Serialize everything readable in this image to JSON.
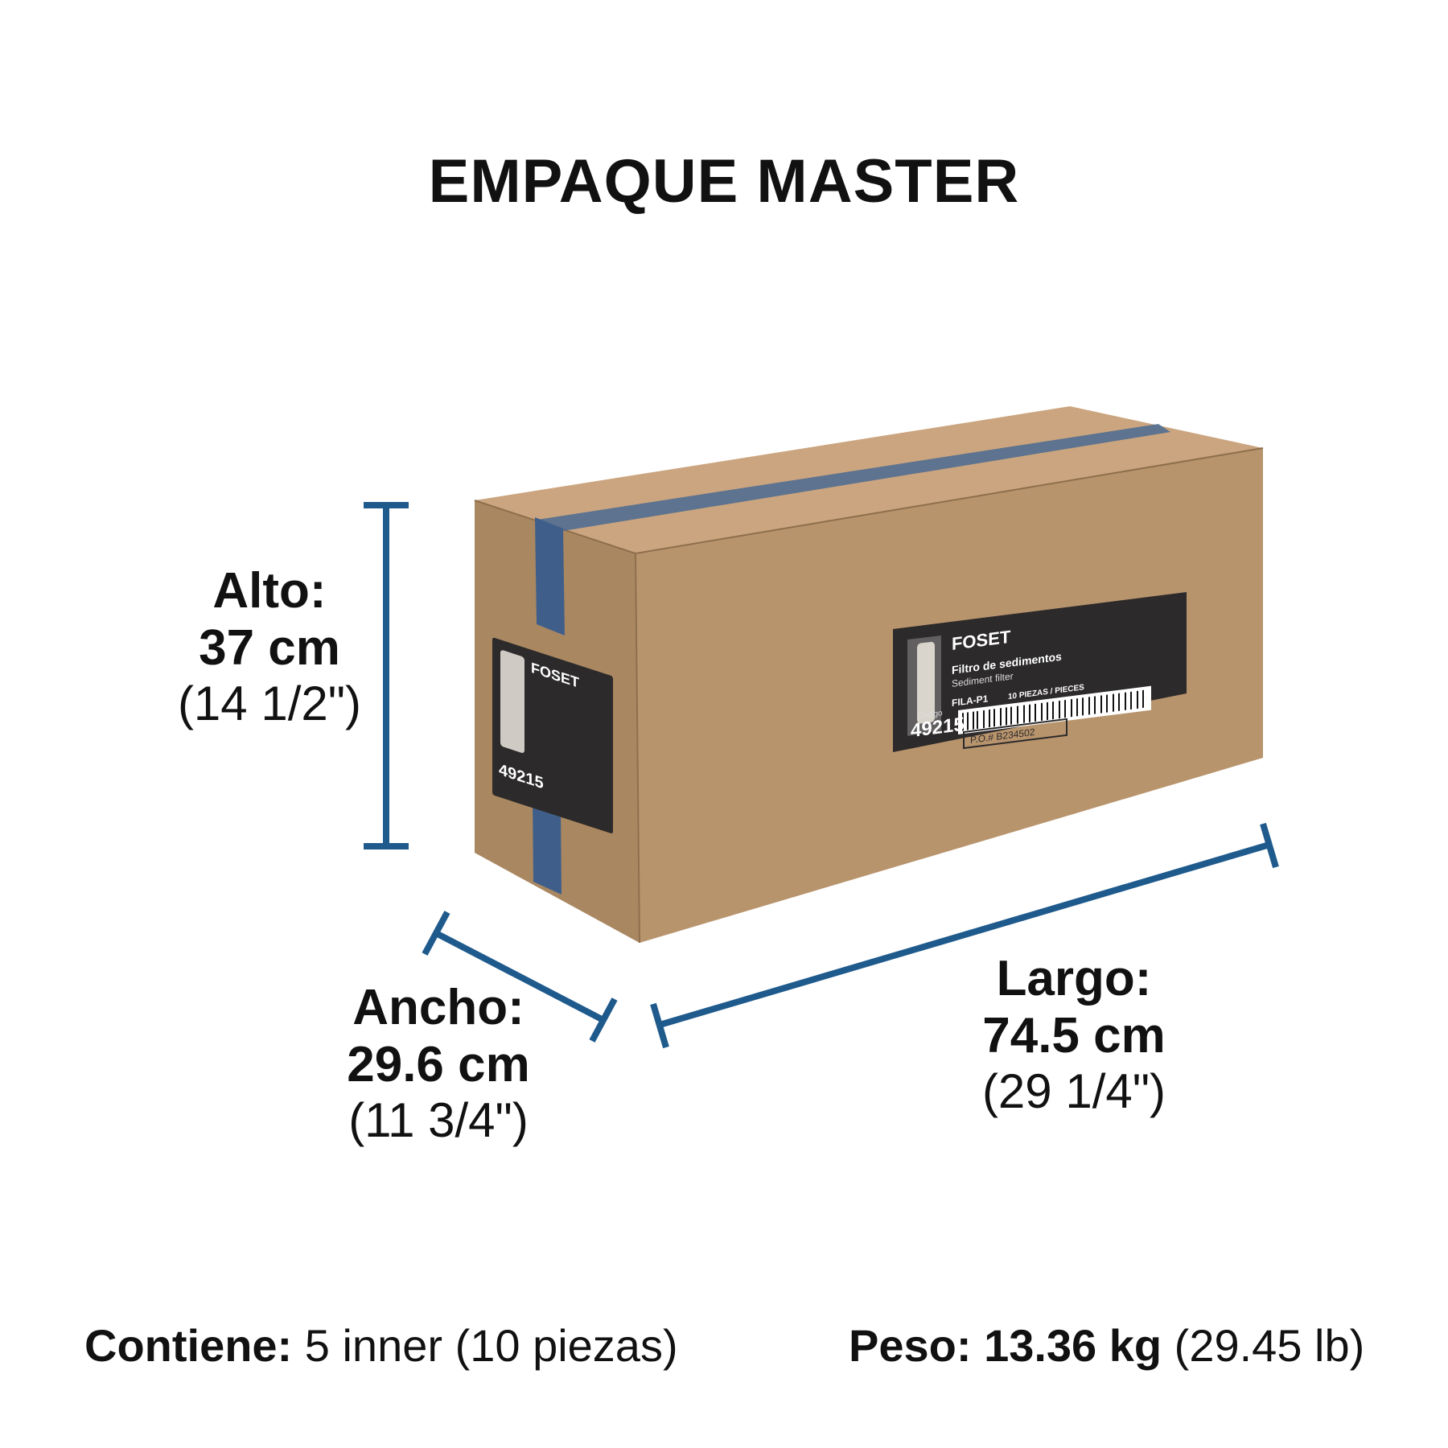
{
  "title": "EMPAQUE MASTER",
  "colors": {
    "measure_lines": "#1f5a8c",
    "box": "#b5916a",
    "tape": "#3a5a85"
  },
  "dimensions": {
    "alto": {
      "label": "Alto:",
      "metric": "37 cm",
      "imperial": "(14 1/2\")"
    },
    "ancho": {
      "label": "Ancho:",
      "metric": "29.6 cm",
      "imperial": "(11 3/4\")"
    },
    "largo": {
      "label": "Largo:",
      "metric": "74.5 cm",
      "imperial": "(29 1/4\")"
    }
  },
  "box_label": {
    "brand": "FOSET",
    "product_es": "Filtro de sedimentos",
    "product_en": "Sediment filter",
    "model": "FILA-P1",
    "quantity": "10 PIEZAS / PIECES",
    "code_caption": "Código",
    "code": "49215",
    "po": "P.O.# B234502"
  },
  "footer": {
    "contiene_label": "Contiene:",
    "contiene_value": "5 inner (10 piezas)",
    "peso_label": "Peso:",
    "peso_metric": "13.36 kg",
    "peso_imperial": "(29.45 lb)"
  }
}
